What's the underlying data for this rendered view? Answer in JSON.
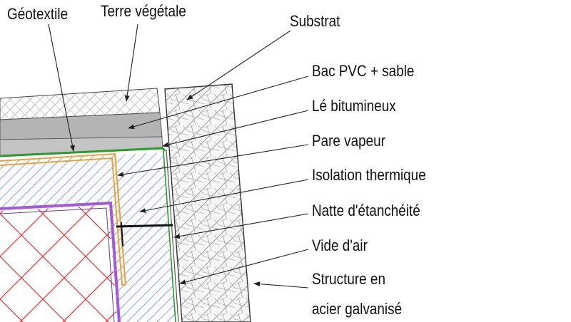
{
  "labels": {
    "geotextile": "Géotextile",
    "terre_vegetale": "Terre végétale",
    "substrat": "Substrat",
    "bac_pvc": "Bac PVC + sable",
    "le_bitumineux": "Lé bitumineux",
    "pare_vapeur": "Pare vapeur",
    "isolation": "Isolation thermique",
    "natte": "Natte d'étanchéité",
    "vide_air": "Vide d'air",
    "structure_line1": "Structure en",
    "structure_line2": "acier galvanisé"
  },
  "colors": {
    "hatch_grey": "#b5b5b5",
    "bac_grey": "#a9a9a9",
    "geotextile_green": "#2a9a2a",
    "pare_vapeur_orange": "#e8a23a",
    "insulation_blue": "#8aa6e0",
    "membrane_purple": "#a35ad6",
    "steel_red": "#e03030",
    "line": "#222222"
  }
}
